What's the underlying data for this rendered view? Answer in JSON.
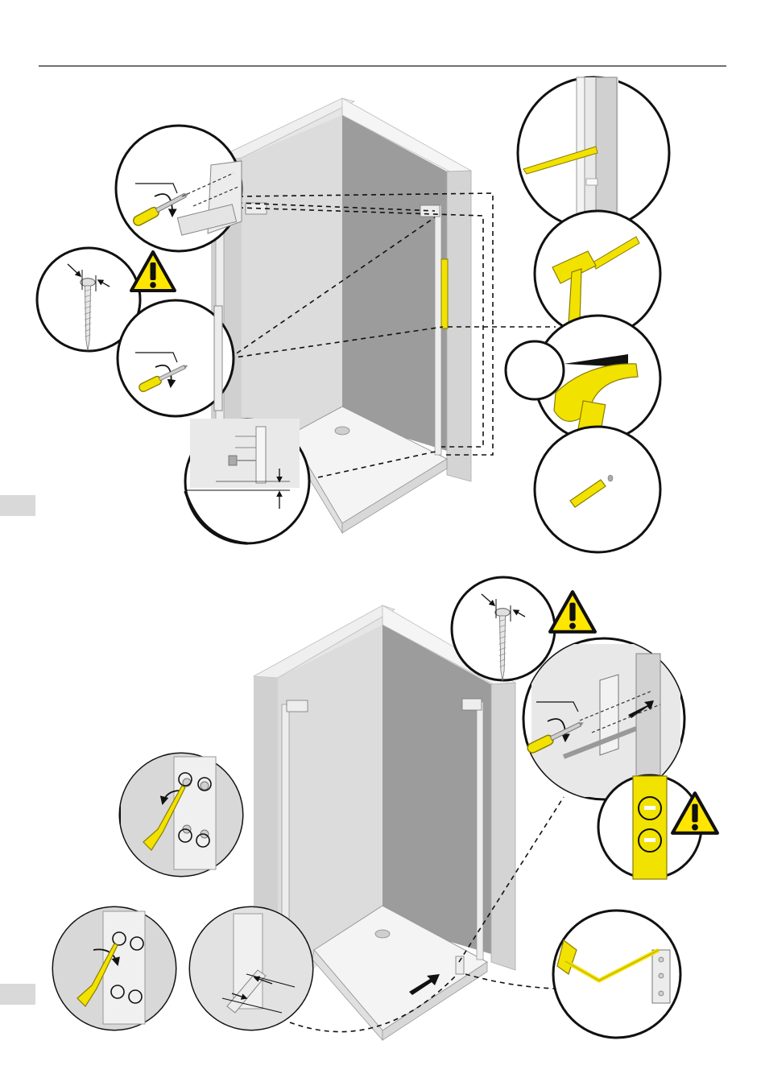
{
  "page": {
    "background": "#ffffff",
    "rule_color": "#1a1a1a"
  },
  "colors": {
    "wall_light": "#e6e6e6",
    "wall_mid": "#cfcfcf",
    "wall_dark": "#9c9c9c",
    "wall_edge": "#d9d9d9",
    "tray": "#f2f2f2",
    "tool_yellow": "#f2e200",
    "tool_outline": "#8a7d00",
    "warning_yellow": "#ffe600",
    "ink": "#111111",
    "profile": "#ededed"
  },
  "icons": {
    "warning": "warning-triangle-icon",
    "screwdriver": "screwdriver-icon",
    "hammer": "hammer-icon",
    "drill": "drill-icon",
    "wall-plug": "wall-plug-icon",
    "screw": "screw-icon",
    "spirit-level": "spirit-level-icon",
    "rotation-arrow": "rotation-arrow-icon",
    "push-arrow": "push-arrow-icon"
  },
  "steps": {
    "top": {
      "callouts": [
        "screw-wall-bracket",
        "screw-head-clearance",
        "screw-profile",
        "gap-measurement",
        "profile-mark",
        "hammer-plug",
        "drill-hole",
        "insert-plug"
      ]
    },
    "bottom": {
      "callouts": [
        "screw-head-clearance",
        "bracket-slide",
        "spirit-level",
        "screw-top-holes",
        "screw-bottom-holes",
        "profile-gap",
        "hinge-adjust"
      ]
    }
  }
}
